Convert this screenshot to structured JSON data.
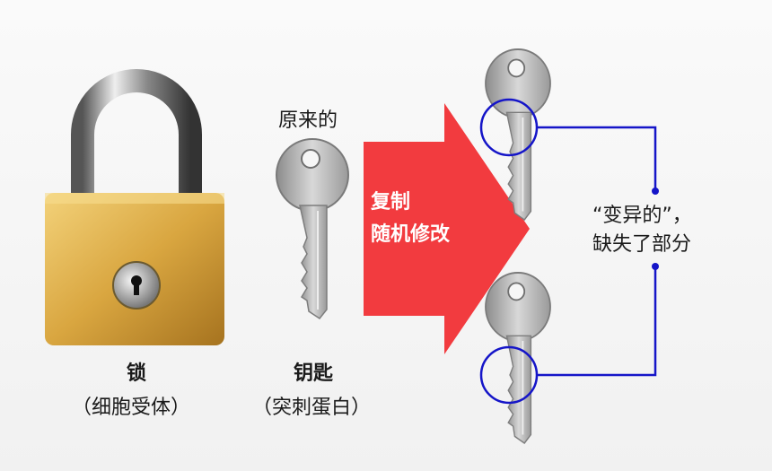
{
  "lock": {
    "title": "锁",
    "subtitle": "（细胞受体）"
  },
  "key_original": {
    "caption": "原来的",
    "title": "钥匙",
    "subtitle": "（突刺蛋白）"
  },
  "arrow": {
    "line1": "复制",
    "line2": "随机修改",
    "color": "#f23b3f"
  },
  "note": {
    "line1": "“变异的”，",
    "line2": "缺失了部分",
    "color": "#1515c8"
  }
}
